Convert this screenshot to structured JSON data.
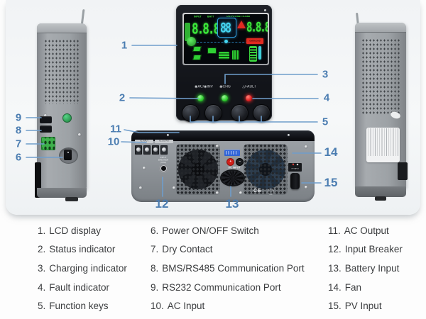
{
  "callouts": [
    "1",
    "2",
    "3",
    "4",
    "5",
    "6",
    "7",
    "8",
    "9",
    "10",
    "11",
    "12",
    "13",
    "14",
    "15"
  ],
  "front_panel": {
    "lcd": {
      "input_label": "INPUT",
      "batt_label": "BATT",
      "output_label": "OUTPUT/BATT/LOAD",
      "left_value": "8.8.8",
      "center_value": "88",
      "right_value": "8.8.8",
      "overload_label": "OVERLOAD"
    },
    "indicators": {
      "ac_inv": "◉AC/◉INV",
      "chg": "◉CHG",
      "fault": "△FAULT"
    }
  },
  "rear_panel": {
    "ac_input_label": "AC INPUT",
    "ac_output_label": "AC OUTPUT",
    "input_breaker_label": "INPUT BREAKER (XXA)",
    "dc_input_label": "DC INPUT",
    "dc_plus": "+",
    "dc_minus": "−",
    "pv_plus": "+",
    "pv_minus": "−",
    "pv_input_label": "PV INPUT",
    "ce_mark": "CE"
  },
  "legend": {
    "col1": [
      {
        "num": "1.",
        "label": "LCD display"
      },
      {
        "num": "2.",
        "label": "Status indicator"
      },
      {
        "num": "3.",
        "label": "Charging indicator"
      },
      {
        "num": "4.",
        "label": "Fault indicator"
      },
      {
        "num": "5.",
        "label": "Function keys"
      }
    ],
    "col2": [
      {
        "num": "6.",
        "label": "Power ON/OFF Switch"
      },
      {
        "num": "7.",
        "label": "Dry Contact"
      },
      {
        "num": "8.",
        "label": "BMS/RS485 Communication Port"
      },
      {
        "num": "9.",
        "label": "RS232 Communication Port"
      },
      {
        "num": "10.",
        "label": "AC Input"
      }
    ],
    "col3": [
      {
        "num": "11.",
        "label": "AC Output"
      },
      {
        "num": "12.",
        "label": "Input Breaker"
      },
      {
        "num": "13.",
        "label": "Battery Input"
      },
      {
        "num": "14.",
        "label": "Fan"
      },
      {
        "num": "15.",
        "label": "PV Input"
      }
    ]
  }
}
